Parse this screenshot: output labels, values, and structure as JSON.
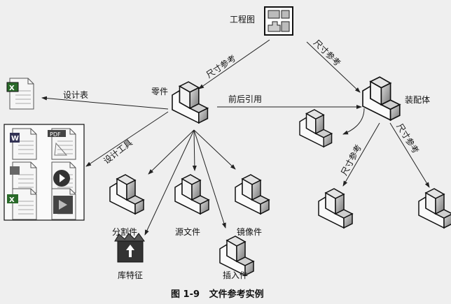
{
  "nodes": {
    "drawing": "工程图",
    "part": "零件",
    "assembly": "装配体",
    "design_table": "设计表",
    "split_part": "分割件",
    "source_file": "源文件",
    "mirror_part": "镜像件",
    "library_feature": "库特征",
    "insert_part": "插入件"
  },
  "edges": {
    "dim_ref_drawing_part": "尺寸参考",
    "dim_ref_drawing_assembly": "尺寸参考",
    "external_ref": "前后引用",
    "design_table": "设计表",
    "design_tools": "设计工具",
    "dim_ref_assembly_left": "尺寸参考",
    "dim_ref_assembly_right": "尺寸参考"
  },
  "design_tools_icons": [
    "word-doc-icon",
    "pdf-icon",
    "powerpoint-doc-icon",
    "media-player-icon",
    "excel-doc-icon",
    "presentation-icon"
  ],
  "caption": "图 1-9   文件参考实例"
}
